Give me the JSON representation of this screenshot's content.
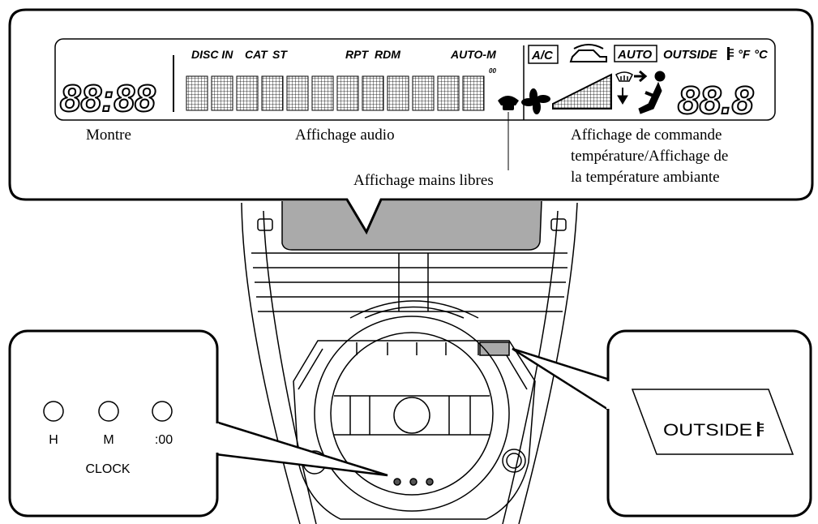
{
  "display": {
    "clock_digits": "88:88",
    "audio_flags": [
      "DISC IN",
      "CAT",
      "ST",
      "RPT",
      "RDM",
      "AUTO-M"
    ],
    "climate_flags": {
      "ac": "A/C",
      "auto": "AUTO",
      "outside": "OUTSIDE",
      "deg_f": "°F",
      "deg_c": "°C"
    },
    "temp_digits": "88.8",
    "small_digits": "00"
  },
  "labels": {
    "clock": "Montre",
    "audio": "Affichage audio",
    "handsfree": "Affichage mains libres",
    "temp_line1": "Affichage de commande",
    "temp_line2": "température/Affichage de",
    "temp_line3": "la température ambiante"
  },
  "clock_panel": {
    "buttons": [
      "H",
      "M",
      ":00"
    ],
    "title": "CLOCK"
  },
  "outside_panel": {
    "button_label": "OUTSIDE"
  },
  "icons": [
    "phone-icon",
    "fan-icon",
    "defrost-icon",
    "thermometer-icon",
    "recirculation-car-icon",
    "airflow-person-icon"
  ]
}
